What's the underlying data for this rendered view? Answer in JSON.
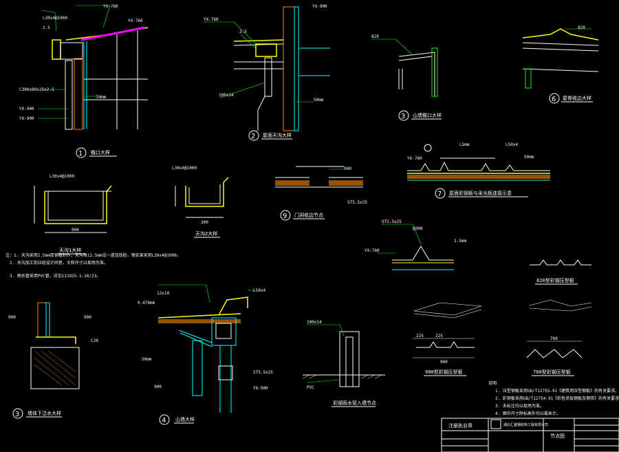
{
  "colors": {
    "background": "#000000",
    "line": "#ffffff",
    "leader": "#00ff00",
    "steel": "#00ffff",
    "flashing": "#ffff00",
    "panel": "#ff00ff",
    "insulation": "#ff8800"
  },
  "detail1": {
    "num": "1",
    "title": "檐口大样",
    "labels": [
      "YX-760",
      "L30x4@1000",
      "2.5",
      "YX-760",
      "C300x80x25x2.5",
      "YX-900",
      "YX-900",
      "50mm"
    ]
  },
  "detail2": {
    "num": "2",
    "title": "屋面天沟大样",
    "labels": [
      "YX-900",
      "YX-760",
      "2.5",
      "100x14",
      "50mm"
    ]
  },
  "detail3a": {
    "num": "3",
    "title": "山墙檐口大样",
    "labels": [
      "820"
    ]
  },
  "detail6": {
    "num": "6",
    "title": "屋脊收边大样",
    "labels": [
      "820"
    ]
  },
  "detail7": {
    "num": "7",
    "title": "屋面彩钢板与采光板连接示意",
    "labels": [
      "L5mm",
      "L50x4",
      "YX-760",
      "50mm"
    ]
  },
  "gutter1": {
    "title": "天沟1大样",
    "labels": [
      "L30x4@1000",
      "900"
    ]
  },
  "gutter2": {
    "title": "天沟2大样",
    "labels": [
      "L30x4@1000",
      "300"
    ]
  },
  "detail9": {
    "num": "9",
    "title": "门洞收边节点",
    "labels": [
      "900",
      "ST5.5x25"
    ]
  },
  "detail3b": {
    "num": "3",
    "title": "墙体下泛水大样",
    "labels": [
      "900",
      "900",
      "C20"
    ]
  },
  "detail4": {
    "num": "4",
    "title": "山墙大样",
    "labels": [
      "L50x4",
      "0.476mm",
      "12x10",
      "50mm",
      "900",
      "ST5.5x25",
      "YX-900"
    ]
  },
  "detail5": {
    "title": "彩钢雨水管入墙节点",
    "labels": [
      "100x14",
      "PVC"
    ]
  },
  "detail8": {
    "labels": [
      "ST5.5x25",
      "@300",
      "1.5mm",
      "YX-760"
    ]
  },
  "panels": {
    "p1": "820型彩钢压型板",
    "p2": "900型彩钢压型板",
    "p3": "760型彩钢压型板",
    "dims": [
      "225",
      "225",
      "900",
      "760"
    ]
  },
  "notes_left": [
    "注：1. 天沟采用2.5mm厚钢板制作，天沟每12.5mm设一道加劲肋，钢支架采用L30x4@1000。",
    "2. 天沟加工前应经设计同意，大样尺寸以现场为准。",
    "3. 雨水管采用PVC管，详见13J925-1-10/23。"
  ],
  "notes_right": [
    "说明",
    "1. 压型钢板采用GB/T12755-91《建筑用压型钢板》的有关要求。",
    "2. 彩钢板采用GB/T12754-91《彩色涂层钢板及钢带》的有关要求。",
    "3. 未标注均以现场为准。",
    "4. 图中尺寸除标高外均以毫米计。"
  ],
  "titleblock": {
    "stamp": "注册执业章",
    "company": "湖北汇盛钢结构工程有限公司",
    "drawing": "节点图"
  }
}
